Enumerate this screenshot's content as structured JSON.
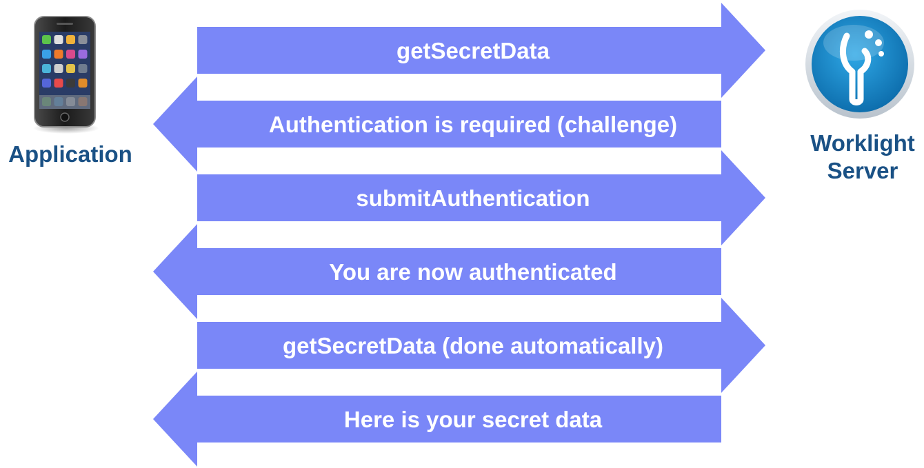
{
  "participants": {
    "client": {
      "label": "Application",
      "icon": "smartphone-icon"
    },
    "server": {
      "label_line1": "Worklight",
      "label_line2": "Server",
      "icon": "worklight-logo-icon"
    }
  },
  "messages": [
    {
      "label": "getSecretData",
      "direction": "to-server"
    },
    {
      "label": "Authentication is required (challenge)",
      "direction": "to-client"
    },
    {
      "label": "submitAuthentication",
      "direction": "to-server"
    },
    {
      "label": "You are now authenticated",
      "direction": "to-client"
    },
    {
      "label": "getSecretData (done automatically)",
      "direction": "to-server"
    },
    {
      "label": "Here is your secret data",
      "direction": "to-client"
    }
  ],
  "colors": {
    "arrow_fill": "#7a87f8",
    "label_text": "#1a5185",
    "logo_blue": "#1a8fd1",
    "logo_ring": "#dde3ea"
  }
}
